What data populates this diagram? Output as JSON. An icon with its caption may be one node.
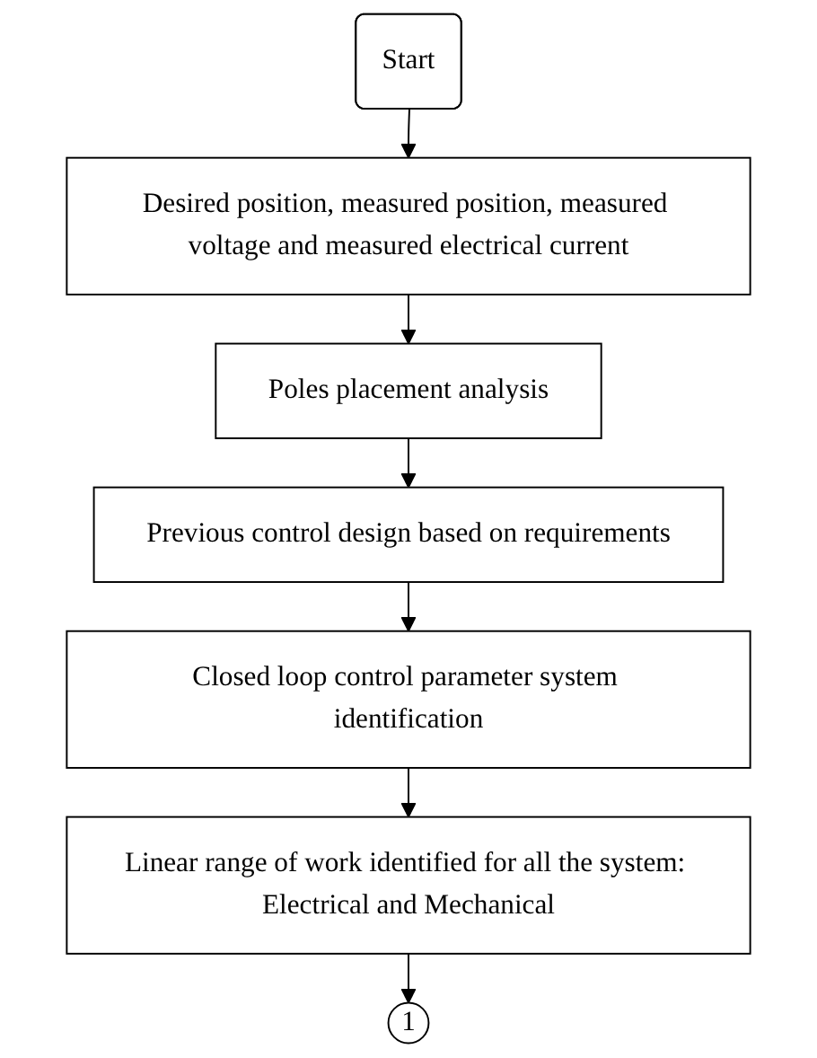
{
  "diagram": {
    "nodes": [
      {
        "text": [
          "Start"
        ]
      },
      {
        "text": [
          "Desired position, measured position, measured voltage and measured electrical current"
        ]
      },
      {
        "text": [
          "Poles placement analysis"
        ]
      },
      {
        "text": [
          "Previous control design based on requirements"
        ]
      },
      {
        "text": [
          "Closed loop control parameter system identification"
        ]
      },
      {
        "text": [
          "Linear range of work identified for all the system: Electrical and Mechanical"
        ]
      },
      {
        "text": [
          "1"
        ]
      }
    ],
    "edges": [
      {
        "from": 0,
        "to": 1,
        "arrow": "to"
      },
      {
        "from": 1,
        "to": 2,
        "arrow": "to"
      },
      {
        "from": 2,
        "to": 3,
        "arrow": "to"
      },
      {
        "from": 3,
        "to": 4,
        "arrow": "to"
      },
      {
        "from": 4,
        "to": 5,
        "arrow": "to"
      },
      {
        "from": 5,
        "to": 6,
        "arrow": "to"
      }
    ]
  }
}
